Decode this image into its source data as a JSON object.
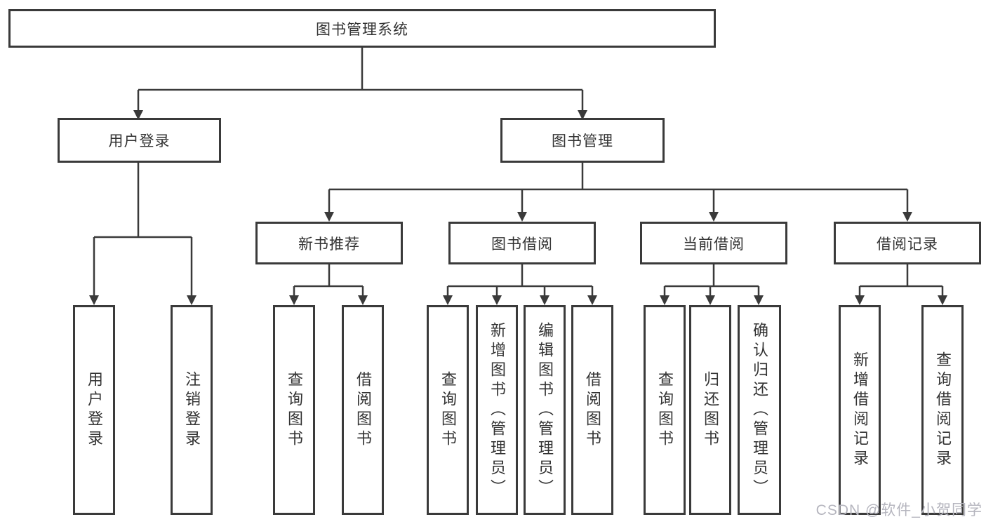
{
  "diagram_title": "图书管理系统",
  "tree": {
    "label": "图书管理系统",
    "children": [
      {
        "label": "用户登录",
        "children": [
          {
            "label": "用户登录"
          },
          {
            "label": "注销登录"
          }
        ]
      },
      {
        "label": "图书管理",
        "children": [
          {
            "label": "新书推荐",
            "children": [
              {
                "label": "查询图书"
              },
              {
                "label": "借阅图书"
              }
            ]
          },
          {
            "label": "图书借阅",
            "children": [
              {
                "label": "查询图书"
              },
              {
                "label": "新增图书（管理员）"
              },
              {
                "label": "编辑图书（管理员）"
              },
              {
                "label": "借阅图书"
              }
            ]
          },
          {
            "label": "当前借阅",
            "children": [
              {
                "label": "查询图书"
              },
              {
                "label": "归还图书"
              },
              {
                "label": "确认归还（管理员）"
              }
            ]
          },
          {
            "label": "借阅记录",
            "children": [
              {
                "label": "新增借阅记录"
              },
              {
                "label": "查询借阅记录"
              }
            ]
          }
        ]
      }
    ]
  },
  "watermark": {
    "text": "CSDN @软件_小贺同学"
  },
  "colors": {
    "line": "#3a3a3a",
    "text": "#333333",
    "watermark": "#b5b5be",
    "background": "#ffffff"
  }
}
